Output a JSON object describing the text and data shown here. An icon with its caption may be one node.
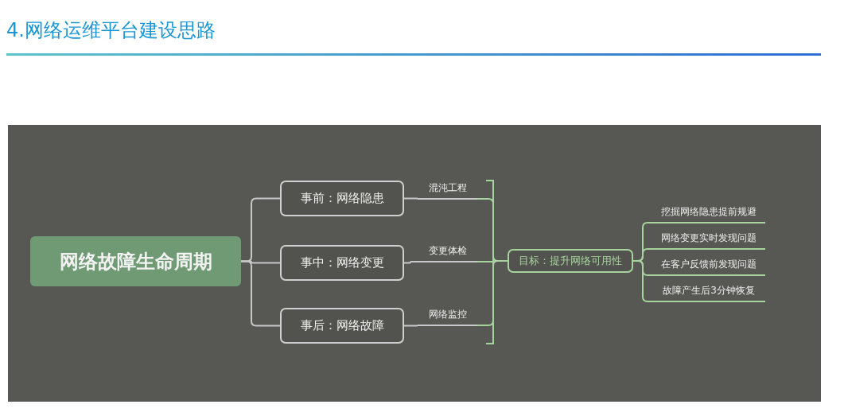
{
  "diagram": {
    "title": "4.网络运维平台建设思路",
    "nodes": [
      {
        "text": [
          "网络故障生命周期"
        ]
      },
      {
        "text": [
          "事前：网络隐患"
        ]
      },
      {
        "text": [
          "事中：网络变更"
        ]
      },
      {
        "text": [
          "事后：网络故障"
        ]
      },
      {
        "text": [
          "混沌工程"
        ]
      },
      {
        "text": [
          "变更体检"
        ]
      },
      {
        "text": [
          "网络监控"
        ]
      },
      {
        "text": [
          "目标：提升网络可用性"
        ]
      },
      {
        "text": [
          "挖掘网络隐患提前规避"
        ]
      },
      {
        "text": [
          "网络变更实时发现问题"
        ]
      },
      {
        "text": [
          "在客户反馈前发现问题"
        ]
      },
      {
        "text": [
          "故障产生后3分钟恢复"
        ]
      }
    ],
    "edges": [
      {
        "from": 0,
        "to": 1,
        "arrow": "none",
        "color": "#c8c8c8"
      },
      {
        "from": 0,
        "to": 2,
        "arrow": "none",
        "color": "#c8c8c8"
      },
      {
        "from": 0,
        "to": 3,
        "arrow": "none",
        "color": "#c8c8c8"
      },
      {
        "from": 1,
        "to": 4,
        "arrow": "none",
        "color": "#c8c8c8"
      },
      {
        "from": 2,
        "to": 5,
        "arrow": "none",
        "color": "#c8c8c8"
      },
      {
        "from": 3,
        "to": 6,
        "arrow": "none",
        "color": "#c8c8c8"
      },
      {
        "from": 4,
        "to": 7,
        "arrow": "none"
      },
      {
        "from": 5,
        "to": 7,
        "arrow": "none"
      },
      {
        "from": 6,
        "to": 7,
        "arrow": "none"
      },
      {
        "from": 7,
        "to": 8,
        "arrow": "none"
      },
      {
        "from": 7,
        "to": 9,
        "arrow": "none"
      },
      {
        "from": 7,
        "to": 10,
        "arrow": "none"
      },
      {
        "from": 7,
        "to": 11,
        "arrow": "none"
      }
    ]
  }
}
